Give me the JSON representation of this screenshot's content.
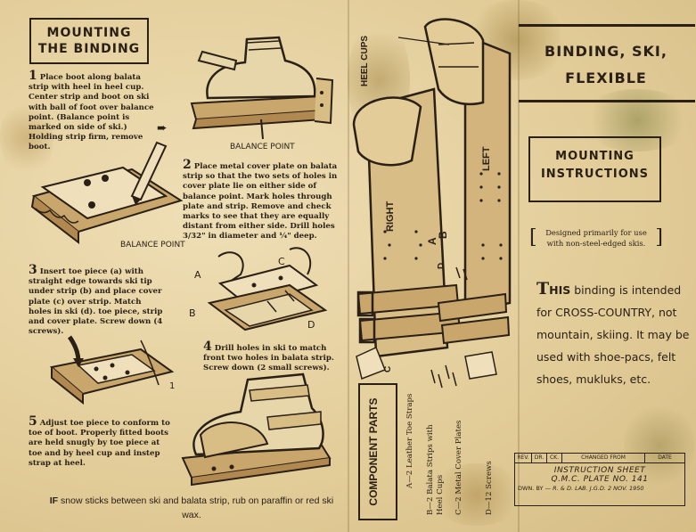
{
  "panel_left": {
    "title_line1": "MOUNTING",
    "title_line2": "THE BINDING",
    "step1_num": "1",
    "step1_text": "Place boot along balata strip with heel in heel cup. Center strip and boot on ski with ball of foot over balance point. (Balance point is marked on side of ski.) Holding strip firm, remove boot.",
    "step2_num": "2",
    "step2_text": "Place metal cover plate on balata strip so that the two sets of holes in cover plate lie on either side of balance point. Mark holes through plate and strip. Remove and check marks to see that they are equally distant from either side. Drill holes 3/32\" in diameter and ¼\" deep.",
    "step3_num": "3",
    "step3_text": "Insert toe piece (a) with straight edge towards ski tip under strip (b) and place cover plate (c) over strip. Match holes in ski (d). toe piece, strip and cover plate. Screw down (4 screws).",
    "step4_num": "4",
    "step4_text": "Drill holes in ski to match front two holes in balata strip. Screw down (2 small screws).",
    "step5_num": "5",
    "step5_text": "Adjust toe piece to conform to toe of boot. Properly fitted boots are held snugly by toe piece at toe and by heel cup and instep strap at heel.",
    "balance_point_1": "BALANCE POINT",
    "balance_point_2": "BALANCE POINT",
    "label_a": "A",
    "label_b": "B",
    "label_c": "C",
    "label_d": "D",
    "label_1": "1",
    "footnote_lead": "IF",
    "footnote": "snow sticks between ski and balata strip, rub on paraffin or red ski wax."
  },
  "panel_middle": {
    "heel_cups": "HEEL CUPS",
    "right": "RIGHT",
    "left": "LEFT",
    "parts_title": "COMPONENT PARTS",
    "parts": [
      "A—2 Leather Toe Straps",
      "B—2 Balata Strips with Heel Cups",
      "C—2 Metal Cover Plates",
      "D—12 Screws"
    ],
    "labels": {
      "a": "A",
      "b": "B",
      "c": "C",
      "d": "D"
    }
  },
  "panel_right": {
    "title_line1": "BINDING, SKI,",
    "title_line2": "FLEXIBLE",
    "box_line1": "MOUNTING",
    "box_line2": "INSTRUCTIONS",
    "designed_line1": "Designed primarily for use",
    "designed_line2": "with non-steel-edged skis.",
    "body_big": "T",
    "body_rest": "HIS",
    "body_line1": "binding is intended",
    "body_line2": "for CROSS-COUNTRY, not",
    "body_line3": "mountain, skiing. It may be",
    "body_line4": "used with shoe-pacs, felt",
    "body_line5": "shoes, mukluks, etc.",
    "title_block": {
      "headers": [
        "REV.",
        "DR.",
        "CK.",
        "CHANGED FROM",
        "DATE"
      ],
      "line1": "INSTRUCTION SHEET",
      "line2": "Q.M.C. PLATE NO. 141",
      "dwn_by": "DWN. BY —",
      "dwn_info": "R. & D. LAB. J.G.D. 2 NOV. 1950"
    }
  }
}
